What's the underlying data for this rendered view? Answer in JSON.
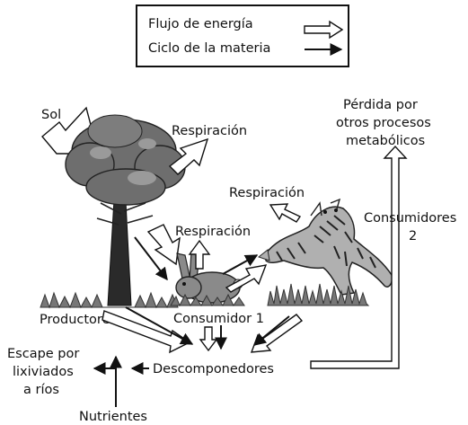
{
  "legend": {
    "energy_flow": "Flujo de energía",
    "matter_cycle": "Ciclo de la materia"
  },
  "labels": {
    "sun": "Sol",
    "respiration_tree": "Respiración",
    "respiration_tiger": "Respiración",
    "respiration_rabbit": "Respiración",
    "loss_line1": "Pérdida por",
    "loss_line2": "otros procesos",
    "loss_line3": "metabólicos",
    "consumers2_line1": "Consumidores",
    "consumers2_line2": "2",
    "producers": "Productores",
    "consumer1": "Consumidor 1",
    "decomposers": "Descomponedores",
    "leaching_line1": "Escape por",
    "leaching_line2": "lixiviados",
    "leaching_line3": "a ríos",
    "nutrients": "Nutrientes"
  },
  "colors": {
    "ink": "#111111",
    "tree_foliage": "#6e6e6e",
    "tree_foliage_light": "#9a9a9a",
    "rabbit": "#8a8a8a",
    "tiger": "#b0b0b0",
    "grass": "#777777"
  }
}
